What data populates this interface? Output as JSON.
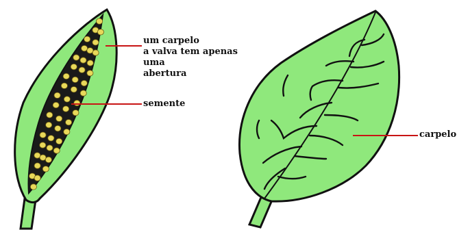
{
  "labels": {
    "carpel_line1": "um carpelo",
    "carpel_line2": "a valva tem apenas",
    "carpel_line3": "uma",
    "carpel_line4": "abertura",
    "seed": "semente",
    "right_carpel": "carpelo"
  },
  "colors": {
    "leaf_fill": "#8fe87c",
    "leaf_light": "#9df08a",
    "outline": "#111111",
    "seed_fill": "#e8d85a",
    "cavity": "#1a1a1a",
    "pointer": "#c81414"
  }
}
